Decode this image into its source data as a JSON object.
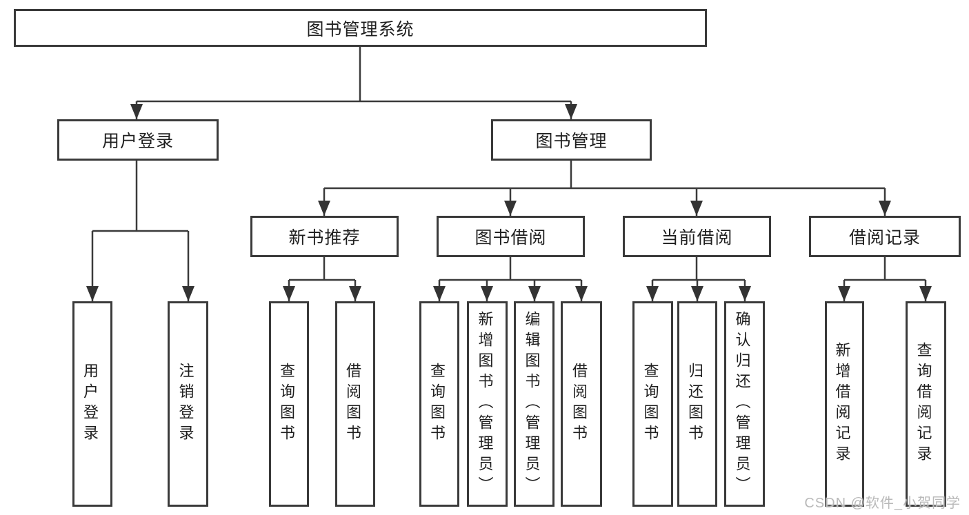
{
  "diagram": {
    "root": {
      "label": "图书管理系统"
    },
    "children": [
      {
        "label": "用户登录",
        "children": [
          {
            "label": "用户登录"
          },
          {
            "label": "注销登录"
          }
        ]
      },
      {
        "label": "图书管理",
        "children": [
          {
            "label": "新书推荐",
            "children": [
              {
                "label": "查询图书"
              },
              {
                "label": "借阅图书"
              }
            ]
          },
          {
            "label": "图书借阅",
            "children": [
              {
                "label": "查询图书"
              },
              {
                "label": "新增图书（管理员）"
              },
              {
                "label": "编辑图书（管理员）"
              },
              {
                "label": "借阅图书"
              }
            ]
          },
          {
            "label": "当前借阅",
            "children": [
              {
                "label": "查询图书"
              },
              {
                "label": "归还图书"
              },
              {
                "label": "确认归还（管理员）"
              }
            ]
          },
          {
            "label": "借阅记录",
            "children": [
              {
                "label": "新增借阅记录"
              },
              {
                "label": "查询借阅记录"
              }
            ]
          }
        ]
      }
    ]
  },
  "watermark": "CSDN @软件_小贺同学",
  "colors": {
    "line": "#3a3a3a",
    "box_border": "#3a3a3a",
    "text": "#1f1f1f",
    "watermark": "#b9b9b9",
    "background": "#ffffff"
  }
}
